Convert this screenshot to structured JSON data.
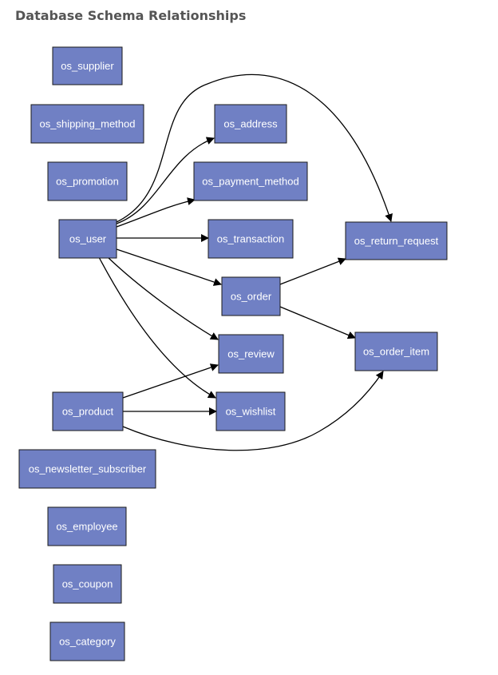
{
  "title": "Database Schema Relationships",
  "colors": {
    "node_fill": "#7080c4",
    "node_border": "#1a1a1a",
    "edge": "#000000",
    "title": "#555555"
  },
  "nodes": {
    "supplier": "os_supplier",
    "shipping_method": "os_shipping_method",
    "promotion": "os_promotion",
    "user": "os_user",
    "product": "os_product",
    "newsletter_subscriber": "os_newsletter_subscriber",
    "employee": "os_employee",
    "coupon": "os_coupon",
    "category": "os_category",
    "address": "os_address",
    "payment_method": "os_payment_method",
    "transaction": "os_transaction",
    "order": "os_order",
    "review": "os_review",
    "wishlist": "os_wishlist",
    "return_request": "os_return_request",
    "order_item": "os_order_item"
  },
  "edges": [
    {
      "from": "os_user",
      "to": "os_address"
    },
    {
      "from": "os_user",
      "to": "os_payment_method"
    },
    {
      "from": "os_user",
      "to": "os_transaction"
    },
    {
      "from": "os_user",
      "to": "os_order"
    },
    {
      "from": "os_user",
      "to": "os_review"
    },
    {
      "from": "os_user",
      "to": "os_wishlist"
    },
    {
      "from": "os_user",
      "to": "os_return_request"
    },
    {
      "from": "os_order",
      "to": "os_return_request"
    },
    {
      "from": "os_order",
      "to": "os_order_item"
    },
    {
      "from": "os_product",
      "to": "os_review"
    },
    {
      "from": "os_product",
      "to": "os_wishlist"
    },
    {
      "from": "os_product",
      "to": "os_order_item"
    }
  ]
}
